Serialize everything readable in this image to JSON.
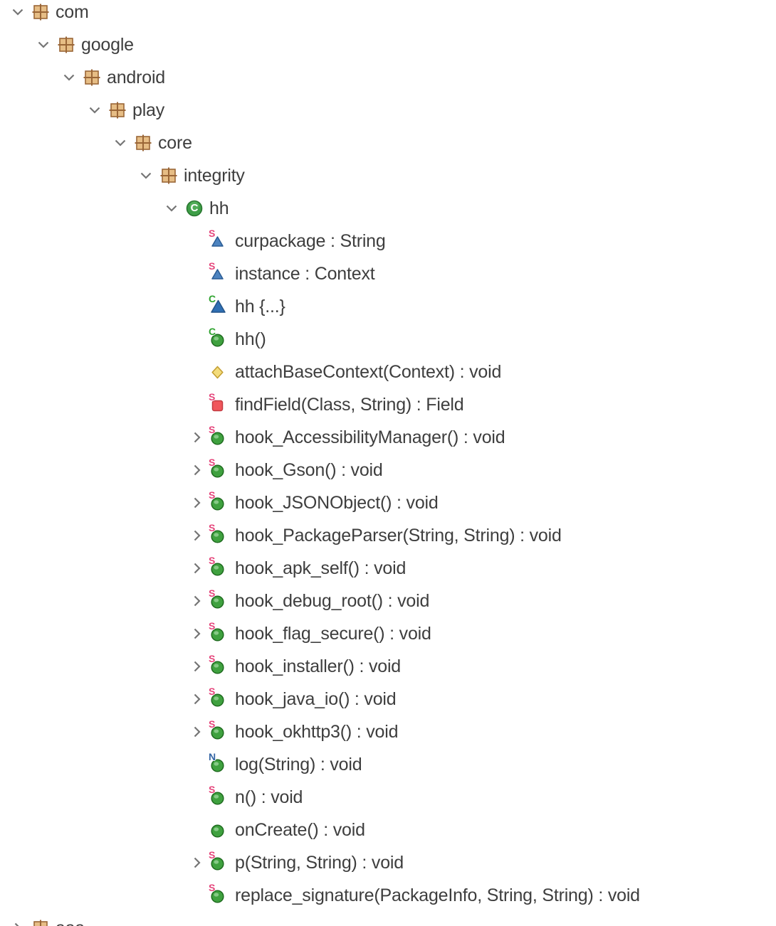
{
  "tree": {
    "rows": [
      {
        "label": "com",
        "icon": "package",
        "level": 0,
        "expander": "expanded"
      },
      {
        "label": "google",
        "icon": "package",
        "level": 1,
        "expander": "expanded"
      },
      {
        "label": "android",
        "icon": "package",
        "level": 2,
        "expander": "expanded"
      },
      {
        "label": "play",
        "icon": "package",
        "level": 3,
        "expander": "expanded"
      },
      {
        "label": "core",
        "icon": "package",
        "level": 4,
        "expander": "expanded"
      },
      {
        "label": "integrity",
        "icon": "package",
        "level": 5,
        "expander": "expanded"
      },
      {
        "label": "hh",
        "icon": "class",
        "level": 6,
        "expander": "expanded"
      },
      {
        "label": "curpackage : String",
        "icon": "field-static",
        "level": 7,
        "expander": "none"
      },
      {
        "label": "instance : Context",
        "icon": "field-static",
        "level": 7,
        "expander": "none"
      },
      {
        "label": "hh {...}",
        "icon": "initializer",
        "level": 7,
        "expander": "none"
      },
      {
        "label": "hh()",
        "icon": "constructor",
        "level": 7,
        "expander": "none"
      },
      {
        "label": "attachBaseContext(Context) : void",
        "icon": "method-protected",
        "level": 7,
        "expander": "none"
      },
      {
        "label": "findField(Class, String) : Field",
        "icon": "method-private-static",
        "level": 7,
        "expander": "none"
      },
      {
        "label": "hook_AccessibilityManager() : void",
        "icon": "method-public-static",
        "level": 7,
        "expander": "collapsed"
      },
      {
        "label": "hook_Gson() : void",
        "icon": "method-public-static",
        "level": 7,
        "expander": "collapsed"
      },
      {
        "label": "hook_JSONObject() : void",
        "icon": "method-public-static",
        "level": 7,
        "expander": "collapsed"
      },
      {
        "label": "hook_PackageParser(String, String) : void",
        "icon": "method-public-static",
        "level": 7,
        "expander": "collapsed"
      },
      {
        "label": "hook_apk_self() : void",
        "icon": "method-public-static",
        "level": 7,
        "expander": "collapsed"
      },
      {
        "label": "hook_debug_root() : void",
        "icon": "method-public-static",
        "level": 7,
        "expander": "collapsed"
      },
      {
        "label": "hook_flag_secure() : void",
        "icon": "method-public-static",
        "level": 7,
        "expander": "collapsed"
      },
      {
        "label": "hook_installer() : void",
        "icon": "method-public-static",
        "level": 7,
        "expander": "collapsed"
      },
      {
        "label": "hook_java_io() : void",
        "icon": "method-public-static",
        "level": 7,
        "expander": "collapsed"
      },
      {
        "label": "hook_okhttp3() : void",
        "icon": "method-public-static",
        "level": 7,
        "expander": "collapsed"
      },
      {
        "label": "log(String) : void",
        "icon": "method-native",
        "level": 7,
        "expander": "none"
      },
      {
        "label": "n() : void",
        "icon": "method-public-static",
        "level": 7,
        "expander": "none"
      },
      {
        "label": "onCreate() : void",
        "icon": "method-public",
        "level": 7,
        "expander": "none"
      },
      {
        "label": "p(String, String) : void",
        "icon": "method-public-static",
        "level": 7,
        "expander": "collapsed"
      },
      {
        "label": "replace_signature(PackageInfo, String, String) : void",
        "icon": "method-public-static",
        "level": 7,
        "expander": "none"
      },
      {
        "label": "aaa",
        "icon": "package",
        "level": 0,
        "expander": "collapsed"
      }
    ]
  },
  "icon_letters": {
    "class": "C",
    "static_badge": "S",
    "constructor_badge": "C",
    "native_badge": "N"
  },
  "colors": {
    "background": "#FFFFFF",
    "text": "#3E3E3E",
    "chevron": "#757575",
    "package_fill": "#E6BD85",
    "package_line": "#9A6637",
    "class_green": "#3E9E47",
    "method_green": "#3FA13F",
    "field_blue": "#4D84C0",
    "initializer_blue": "#2F6FB3",
    "protected_yellow": "#F3DC7C",
    "private_red": "#F0565B",
    "static_badge": "#E5457B",
    "constructor_badge": "#2FA32F",
    "native_badge": "#3566A5"
  }
}
